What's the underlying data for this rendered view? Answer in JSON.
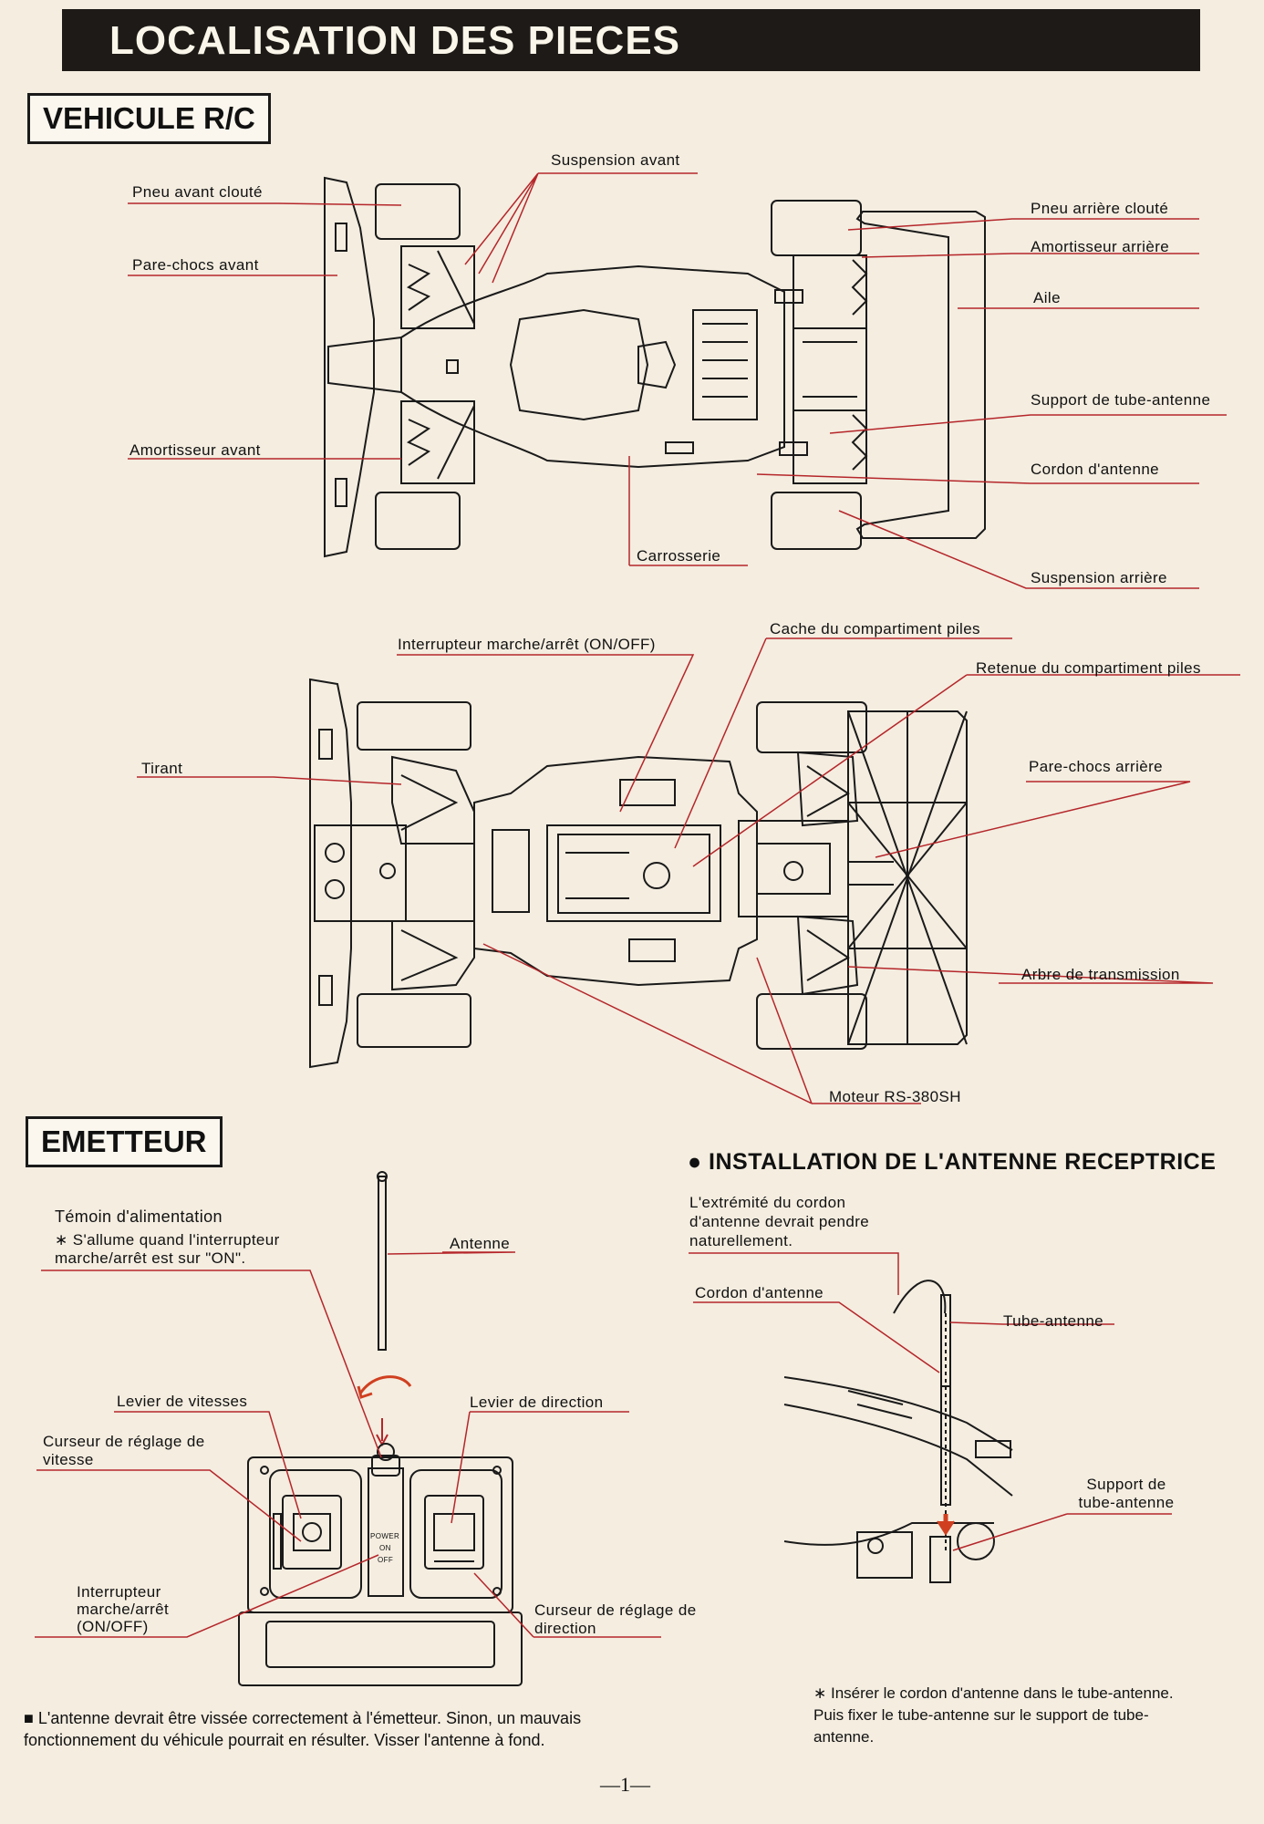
{
  "header": {
    "title": "LOCALISATION DES PIECES"
  },
  "vehicle_section": {
    "title": "VEHICULE R/C",
    "top_view_labels": {
      "front_spiked_tire": "Pneu avant clouté",
      "front_bumper": "Pare-chocs avant",
      "front_suspension": "Suspension avant",
      "front_shock": "Amortisseur avant",
      "body": "Carrosserie",
      "rear_spiked_tire": "Pneu arrière clouté",
      "rear_shock": "Amortisseur arrière",
      "wing": "Aile",
      "antenna_tube_support": "Support de tube-antenne",
      "antenna_cord": "Cordon d'antenne",
      "rear_suspension": "Suspension arrière"
    },
    "bottom_view_labels": {
      "power_switch": "Interrupteur marche/arrêt (ON/OFF)",
      "battery_cover": "Cache du compartiment piles",
      "battery_retainer": "Retenue du compartiment piles",
      "tie_rod": "Tirant",
      "rear_bumper": "Pare-chocs arrière",
      "drive_shaft": "Arbre de transmission",
      "motor": "Moteur RS-380SH"
    }
  },
  "transmitter_section": {
    "title": "EMETTEUR",
    "labels": {
      "power_indicator": "Témoin d'alimentation",
      "power_indicator_note": "∗ S'allume quand l'interrupteur marche/arrêt est sur \"ON\".",
      "antenna": "Antenne",
      "speed_lever": "Levier de vitesses",
      "steering_lever": "Levier de direction",
      "speed_trim": "Curseur de réglage de vitesse",
      "power_switch": "Interrupteur marche/arrêt (ON/OFF)",
      "steering_trim": "Curseur de réglage de direction"
    },
    "panel_text": {
      "power": "POWER",
      "on": "ON",
      "off": "OFF"
    },
    "warning": "■ L'antenne devrait être vissée correctement à l'émetteur. Sinon, un mauvais fonctionnement du véhicule pourrait en résulter. Visser l'antenne à fond."
  },
  "antenna_install_section": {
    "title": "● INSTALLATION DE L'ANTENNE RECEPTRICE",
    "labels": {
      "cord_tip": "L'extrémité du cordon d'antenne devrait pendre naturellement.",
      "antenna_cord": "Cordon d'antenne",
      "antenna_tube": "Tube-antenne",
      "tube_support": "Support de tube-antenne"
    },
    "instruction": "∗ Insérer le cordon d'antenne dans le tube-antenne. Puis fixer le tube-antenne sur le support de tube-antenne."
  },
  "footer": {
    "page_number": "—1—"
  },
  "colors": {
    "leader_line": "#b5262a",
    "ink": "#1a1a1a",
    "paper": "#f4ede0",
    "banner": "#1d1a17"
  }
}
